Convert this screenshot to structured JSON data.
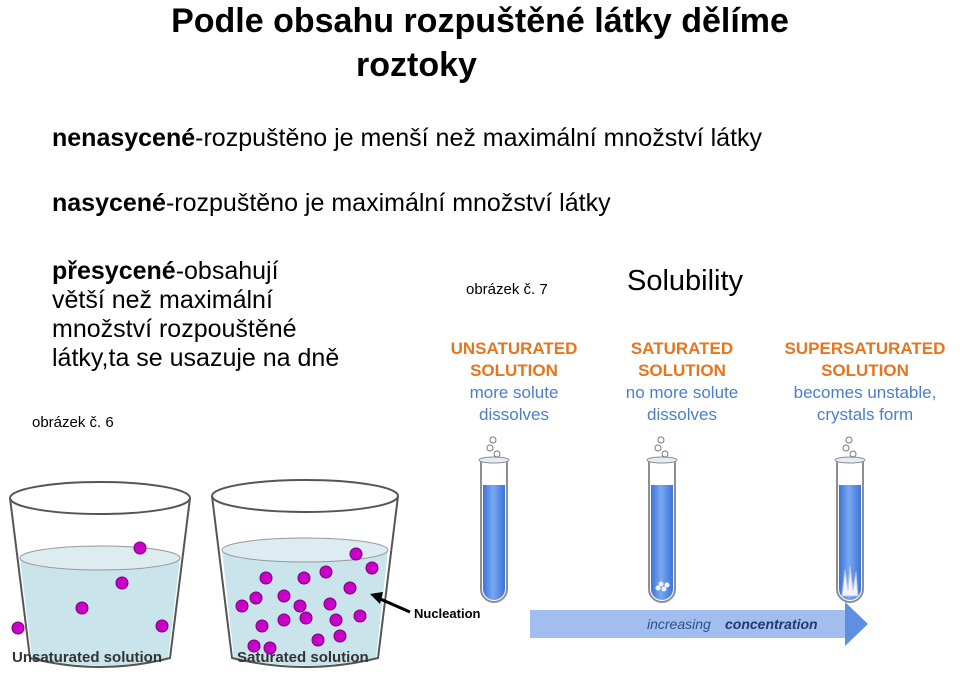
{
  "heading": {
    "line1": "Podle obsahu rozpuštěné látky dělíme",
    "line2": "roztoky"
  },
  "definitions": [
    {
      "term": "nenasycené",
      "text": "-rozpuštěno je menší než maximální množství látky"
    },
    {
      "term": "nasycené",
      "text": "-rozpuštěno je maximální množství látky"
    }
  ],
  "supersaturated": {
    "term": "přesycené",
    "lines": [
      "-obsahují",
      "větší než maximální",
      "množství rozpouštěné",
      "látky,ta se usazuje na dně"
    ]
  },
  "captions": {
    "fig6": "obrázek č. 6",
    "fig7": "obrázek č. 7"
  },
  "figure6": {
    "left_label": "Unsaturated solution",
    "right_label": "Saturated solution",
    "arrow_label": "Nucleation",
    "colors": {
      "particle": "#c800c8",
      "liquid": "#c9e4ea"
    }
  },
  "figure7": {
    "title": "Solubility",
    "columns": [
      {
        "h1": "UNSATURATED",
        "h2": "SOLUTION",
        "d1": "more solute",
        "d2": "dissolves"
      },
      {
        "h1": "SATURATED",
        "h2": "SOLUTION",
        "d1": "no more solute",
        "d2": "dissolves"
      },
      {
        "h1": "SUPERSATURATED",
        "h2": "SOLUTION",
        "d1": "becomes unstable,",
        "d2": "crystals form"
      }
    ],
    "arrow": {
      "word1": "increasing",
      "word2": "concentration"
    },
    "colors": {
      "heading": "#e5751f",
      "desc": "#4a7fc8",
      "liquid": "#4f8be8"
    }
  }
}
